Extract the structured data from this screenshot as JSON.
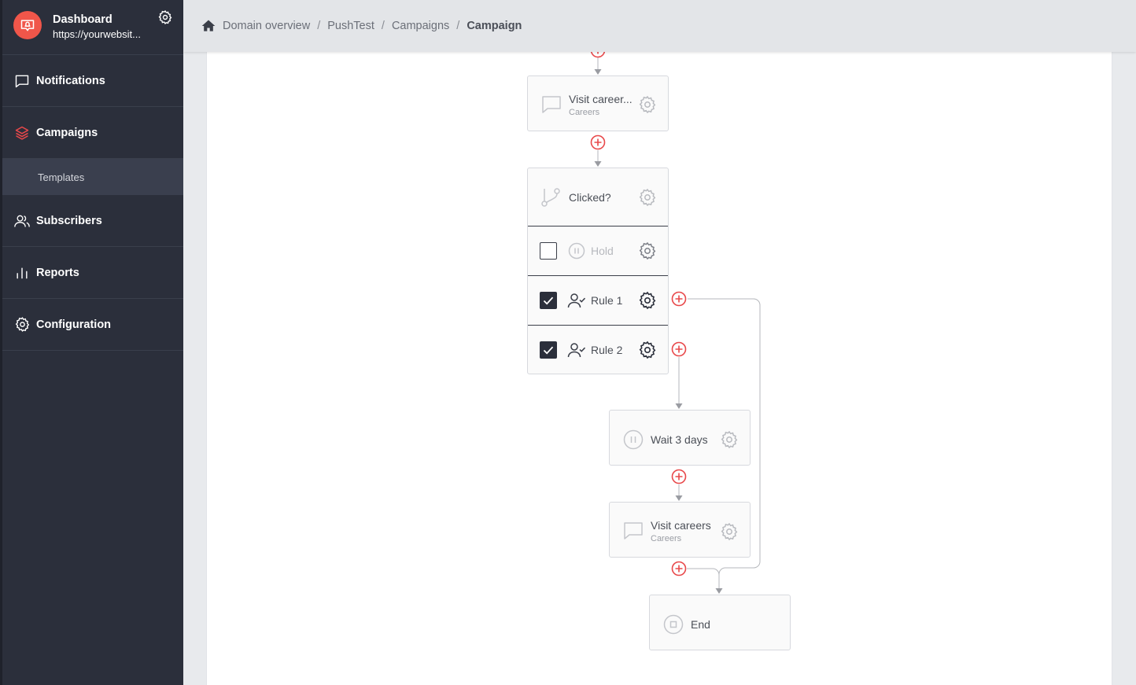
{
  "sidebar": {
    "title": "Dashboard",
    "url": "https://yourwebsit...",
    "items": [
      {
        "label": "Notifications"
      },
      {
        "label": "Campaigns"
      },
      {
        "label": "Templates"
      },
      {
        "label": "Subscribers"
      },
      {
        "label": "Reports"
      },
      {
        "label": "Configuration"
      }
    ]
  },
  "breadcrumb": [
    "Domain overview",
    "PushTest",
    "Campaigns",
    "Campaign"
  ],
  "flow": {
    "visit_top": {
      "title": "Visit career...",
      "subtitle": "Careers"
    },
    "condition": {
      "title": "Clicked?"
    },
    "hold": {
      "label": "Hold",
      "checked": false
    },
    "rule1": {
      "label": "Rule 1",
      "checked": true
    },
    "rule2": {
      "label": "Rule 2",
      "checked": true
    },
    "wait": {
      "title": "Wait 3 days"
    },
    "visit_bottom": {
      "title": "Visit careers",
      "subtitle": "Careers"
    },
    "end": {
      "title": "End"
    }
  },
  "colors": {
    "accent": "#e8484a",
    "sidebar_bg": "#2b2f3b",
    "checkbox": "#2b2f3b"
  }
}
